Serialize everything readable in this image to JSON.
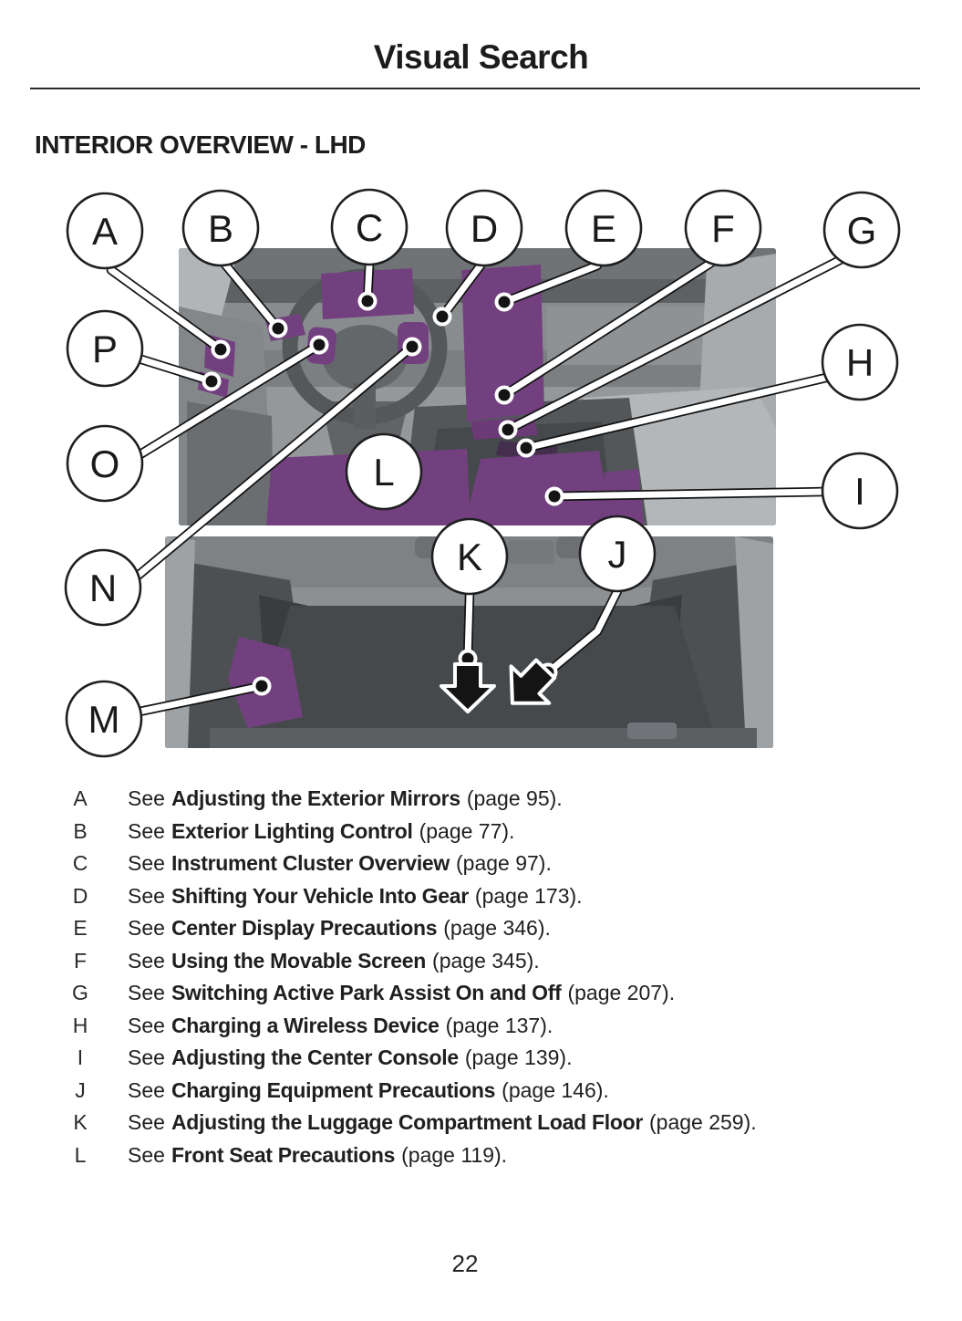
{
  "page": {
    "title": "Visual Search",
    "section_heading": "INTERIOR OVERVIEW - LHD",
    "page_number": "22"
  },
  "colors": {
    "highlight_purple": "#73407f",
    "text": "#1a1a1a",
    "rule": "#2b2b2d"
  },
  "diagram": {
    "callouts": [
      "A",
      "B",
      "C",
      "D",
      "E",
      "F",
      "G",
      "P",
      "H",
      "O",
      "L",
      "I",
      "N",
      "K",
      "J",
      "M"
    ],
    "icons": [
      "down-arrow",
      "down-left-arrow"
    ]
  },
  "list": {
    "items": [
      {
        "letter": "A",
        "see": "See",
        "title": "Adjusting the Exterior Mirrors",
        "page_ref": "(page 95)."
      },
      {
        "letter": "B",
        "see": "See",
        "title": "Exterior Lighting Control",
        "page_ref": "(page 77)."
      },
      {
        "letter": "C",
        "see": "See",
        "title": "Instrument Cluster Overview",
        "page_ref": "(page 97)."
      },
      {
        "letter": "D",
        "see": "See",
        "title": "Shifting Your Vehicle Into Gear",
        "page_ref": "(page 173)."
      },
      {
        "letter": "E",
        "see": "See",
        "title": "Center Display Precautions",
        "page_ref": "(page 346)."
      },
      {
        "letter": "F",
        "see": "See",
        "title": "Using the Movable Screen",
        "page_ref": "(page 345)."
      },
      {
        "letter": "G",
        "see": "See",
        "title": "Switching Active Park Assist On and Off",
        "page_ref": "(page 207)."
      },
      {
        "letter": "H",
        "see": "See",
        "title": "Charging a Wireless Device",
        "page_ref": "(page 137)."
      },
      {
        "letter": "I",
        "see": "See",
        "title": "Adjusting the Center Console",
        "page_ref": "(page 139)."
      },
      {
        "letter": "J",
        "see": "See",
        "title": "Charging Equipment Precautions",
        "page_ref": "(page 146)."
      },
      {
        "letter": "K",
        "see": "See",
        "title": "Adjusting the Luggage Compartment Load Floor",
        "page_ref": "(page 259)."
      },
      {
        "letter": "L",
        "see": "See",
        "title": "Front Seat Precautions",
        "page_ref": "(page 119)."
      }
    ]
  }
}
